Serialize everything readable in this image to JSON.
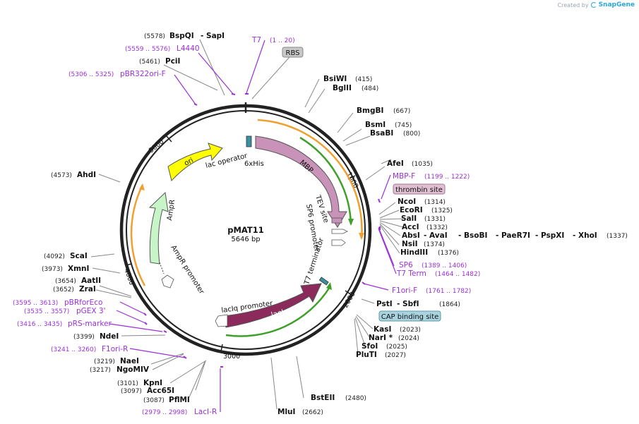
{
  "brand": {
    "created_by": "Created by",
    "product": "SnapGene"
  },
  "plasmid": {
    "name": "pMAT11",
    "size_label": "5646 bp"
  },
  "ticks": [
    "1000",
    "2000",
    "3000",
    "4000",
    "5000"
  ],
  "features": {
    "ori": "ori",
    "lac_operator": "lac operator",
    "his": "6xHis",
    "mbp": "MBP",
    "tev": "TEV site",
    "sp6_promoter": "SP6 promoter",
    "t7_terminator": "T7 terminator",
    "laciq_promoter": "lacIq promoter",
    "laci": "lacI",
    "ampr": "AmpR",
    "ampr_promoter": "AmpR promoter"
  },
  "boxes": {
    "rbs": "RBS",
    "thrombin": "thrombin site",
    "cap": "CAP binding site"
  },
  "sites": {
    "bspqi_pos": "(5578)",
    "bspqi": "BspQI",
    "sapi": "- SapI",
    "pcii_pos": "(5461)",
    "pcii": "PciI",
    "bsiwi": "BsiWI",
    "bsiwi_pos": "(415)",
    "bglii": "BglII",
    "bglii_pos": "(484)",
    "bmgbi": "BmgBI",
    "bmgbi_pos": "(667)",
    "bsmi": "BsmI",
    "bsmi_pos": "(745)",
    "bsabi": "BsaBI",
    "bsabi_pos": "(800)",
    "afei": "AfeI",
    "afei_pos": "(1035)",
    "ncoi": "NcoI",
    "ncoi_pos": "(1314)",
    "ecori": "EcoRI",
    "ecori_pos": "(1325)",
    "sali": "SalI",
    "sali_pos": "(1331)",
    "acci": "AccI",
    "acci_pos": "(1332)",
    "absi": "AbsI",
    "avai": "- AvaI",
    "bsobi": "- BsoBI",
    "paer7i": "- PaeR7I",
    "pspxi": "- PspXI",
    "xhoi": "- XhoI",
    "xhoi_pos": "(1337)",
    "nsii": "NsiI",
    "nsii_pos": "(1374)",
    "hindiii": "HindIII",
    "hindiii_pos": "(1376)",
    "psti": "PstI",
    "sbfi": "- SbfI",
    "sbfi_pos": "(1864)",
    "kasi": "KasI",
    "kasi_pos": "(2023)",
    "nari": "NarI *",
    "nari_pos": "(2024)",
    "sfoi": "SfoI",
    "sfoi_pos": "(2025)",
    "pluti": "PluTI",
    "pluti_pos": "(2027)",
    "bsteii": "BstEII",
    "bsteii_pos": "(2480)",
    "mlui": "MluI",
    "mlui_pos": "(2662)",
    "pflmi_pos": "(3087)",
    "pflmi": "PflMI",
    "acc65i_pos": "(3097)",
    "acc65i": "Acc65I",
    "kpni_pos": "(3101)",
    "kpni": "KpnI",
    "ngomiv_pos": "(3217)",
    "ngomiv": "NgoMIV",
    "naei_pos": "(3219)",
    "naei": "NaeI",
    "ndei_pos": "(3399)",
    "ndei": "NdeI",
    "zrai_pos": "(3652)",
    "zrai": "ZraI",
    "aatii_pos": "(3654)",
    "aatii": "AatII",
    "xmni_pos": "(3973)",
    "xmni": "XmnI",
    "scai_pos": "(4092)",
    "scai": "ScaI",
    "ahdi_pos": "(4573)",
    "ahdi": "AhdI"
  },
  "primers": {
    "t7": "T7",
    "t7_pos": "(1 .. 20)",
    "l4440_pos": "(5559 .. 5576)",
    "l4440": "L4440",
    "pbr322_pos": "(5306 .. 5325)",
    "pbr322": "pBR322ori-F",
    "mbpf": "MBP-F",
    "mbpf_pos": "(1199 .. 1222)",
    "sp6": "SP6",
    "sp6_pos": "(1389 .. 1406)",
    "t7term": "T7 Term",
    "t7term_pos": "(1464 .. 1482)",
    "f1orif": "F1ori-F",
    "f1orif_pos": "(1761 .. 1782)",
    "pbrforeco_pos": "(3595 .. 3613)",
    "pbrforeco": "pBRforEco",
    "pgex_pos": "(3535 .. 3557)",
    "pgex": "pGEX 3'",
    "prs_pos": "(3416 .. 3435)",
    "prs": "pRS-marker",
    "f1orir_pos": "(3241 .. 3260)",
    "f1orir": "F1ori-R",
    "lacir_pos": "(2979 .. 2998)",
    "lacir": "LacI-R"
  },
  "colors": {
    "backbone": "#222222",
    "ori": "#ffff00",
    "mbp": "#c992b8",
    "laci": "#8c2a5c",
    "ampr": "#c8f5c8",
    "orange_line": "#f0a030",
    "green_line": "#3fa02a",
    "primer": "#9b30d9"
  }
}
